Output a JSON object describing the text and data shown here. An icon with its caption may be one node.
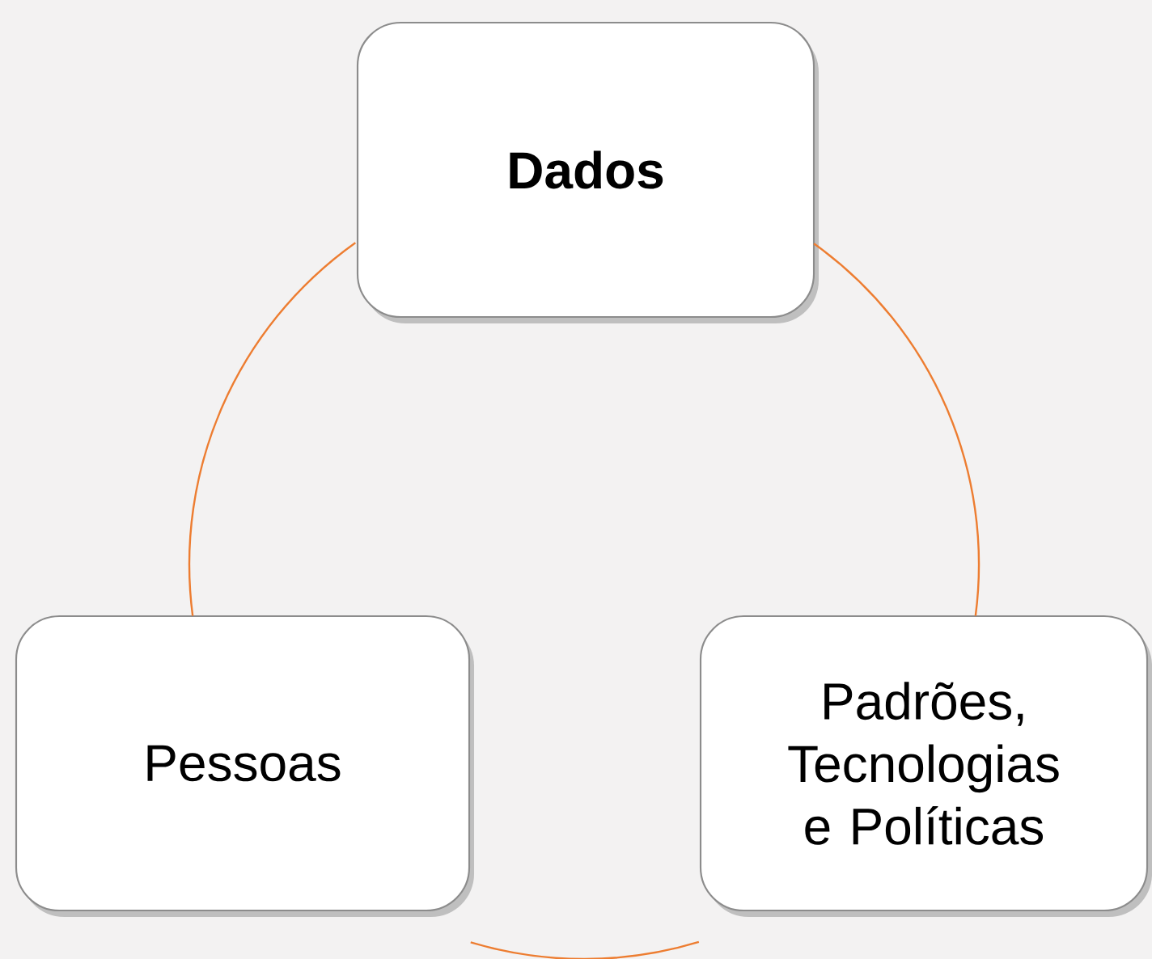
{
  "diagram": {
    "nodes": [
      {
        "text": [
          "**Dados**"
        ]
      },
      {
        "text": [
          "Pessoas"
        ]
      },
      {
        "text": [
          "Padrões, Tecnologias e Políticas"
        ]
      }
    ],
    "edges": [
      {
        "from": 0,
        "to": 1,
        "arrow": "none"
      },
      {
        "from": 0,
        "to": 2,
        "arrow": "none"
      },
      {
        "from": 1,
        "to": 2,
        "arrow": "none"
      }
    ]
  }
}
